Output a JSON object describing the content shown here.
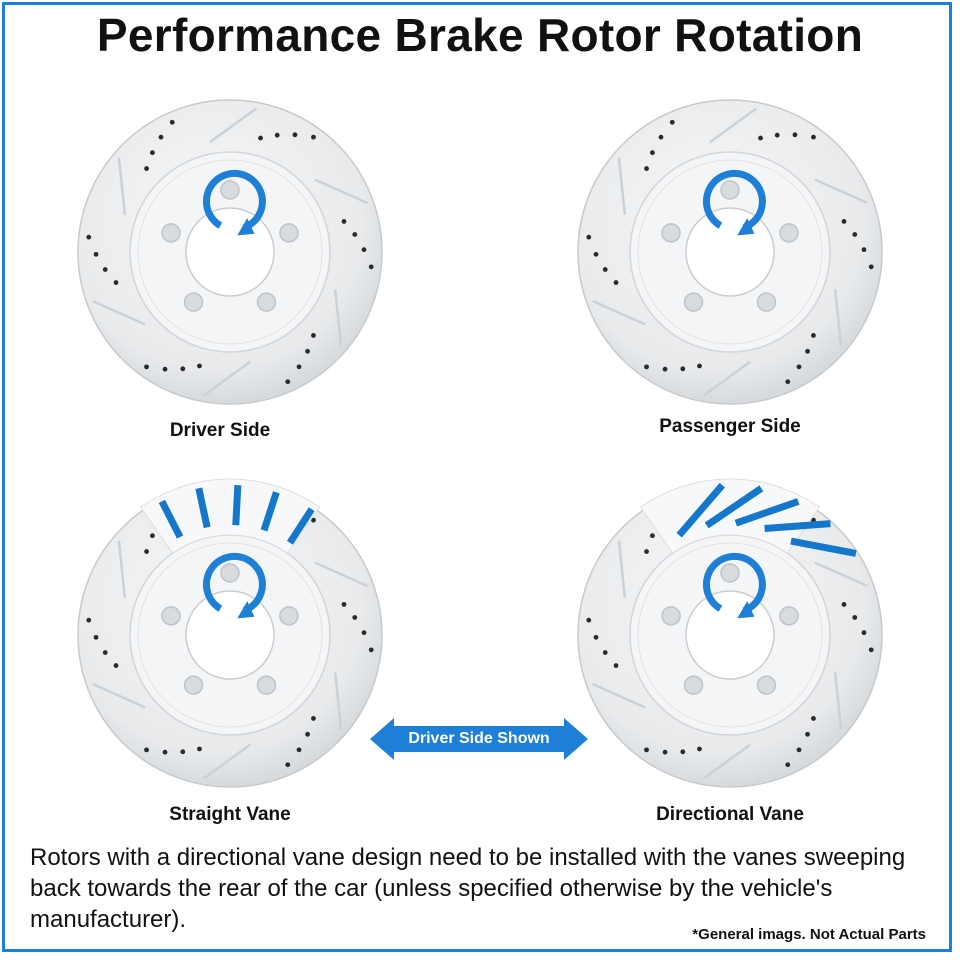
{
  "title": "Performance Brake Rotor Rotation",
  "rotors": [
    {
      "label": "Driver Side",
      "rotation": "clockwise",
      "vanes": "none"
    },
    {
      "label": "Passenger Side",
      "rotation": "clockwise",
      "vanes": "none"
    },
    {
      "label": "Straight Vane",
      "rotation": "clockwise",
      "vanes": "straight"
    },
    {
      "label": "Directional Vane",
      "rotation": "clockwise",
      "vanes": "directional"
    }
  ],
  "badge": {
    "text": "Driver Side Shown"
  },
  "description": "Rotors with a directional vane design need to be installed with the vanes sweeping back towards the rear of the car (unless specified otherwise by the vehicle's manufacturer).",
  "footnote": "*General imags. Not Actual Parts",
  "colors": {
    "accent": "#1e7fd6",
    "vane": "#1577cc",
    "rotor": "#e8eaec",
    "hat": "#f4f5f6"
  },
  "icons": {
    "rotation": "clockwise-arrow-icon",
    "badge": "double-arrow-icon"
  }
}
